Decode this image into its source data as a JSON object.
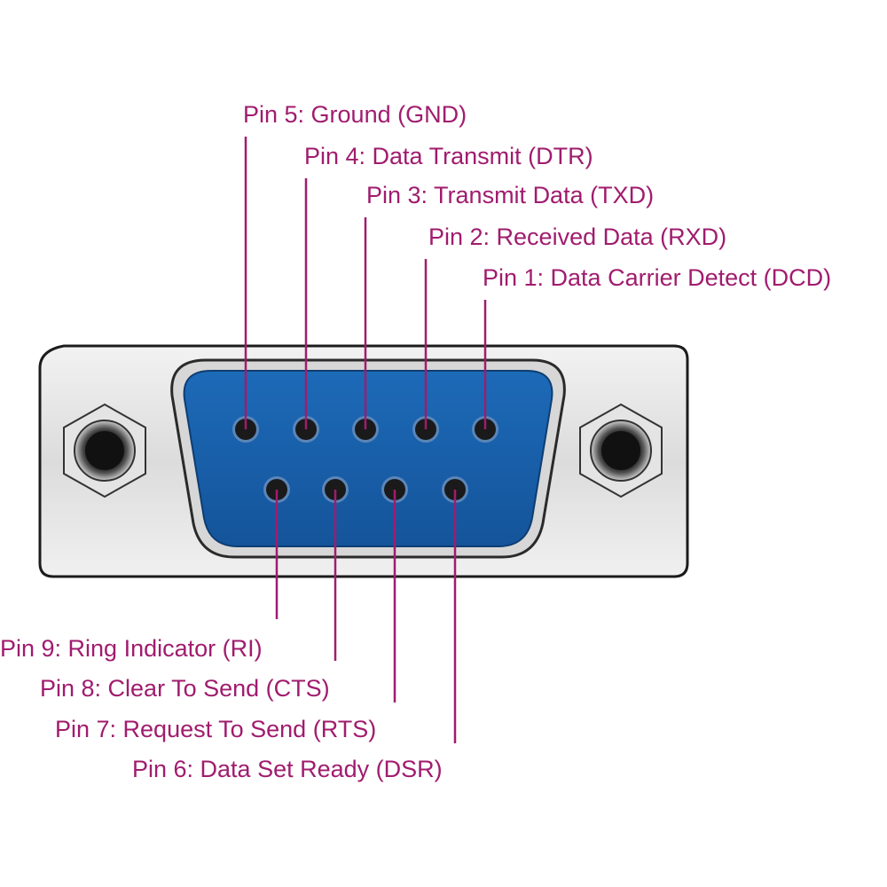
{
  "colors": {
    "label": "#a01c6e",
    "shell_fill": "#e8e8e8",
    "shell_outline": "#1c1c1c",
    "insulator_blue": "#1a5fa8",
    "socket": "#1a1a1a"
  },
  "top_row_pins": [
    {
      "number": 5,
      "label": "Pin 5: Ground (GND)"
    },
    {
      "number": 4,
      "label": "Pin 4: Data Transmit (DTR)"
    },
    {
      "number": 3,
      "label": "Pin 3: Transmit Data (TXD)"
    },
    {
      "number": 2,
      "label": "Pin 2: Received Data (RXD)"
    },
    {
      "number": 1,
      "label": "Pin 1: Data Carrier Detect (DCD)"
    }
  ],
  "bottom_row_pins": [
    {
      "number": 9,
      "label": "Pin 9: Ring Indicator (RI)"
    },
    {
      "number": 8,
      "label": "Pin 8: Clear To Send (CTS)"
    },
    {
      "number": 7,
      "label": "Pin 7: Request To Send (RTS)"
    },
    {
      "number": 6,
      "label": "Pin 6: Data Set Ready (DSR)"
    }
  ],
  "icons": {
    "left_standoff": "hex-nut-icon",
    "right_standoff": "hex-nut-icon"
  }
}
